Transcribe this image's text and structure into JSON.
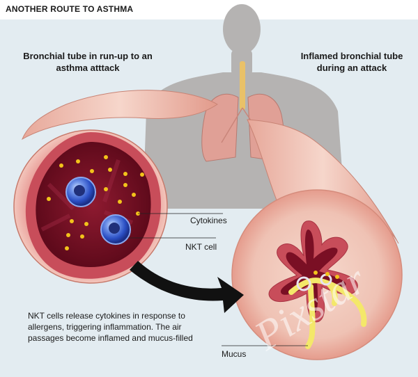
{
  "header": {
    "title": "ANOTHER ROUTE TO ASTHMA"
  },
  "left_panel": {
    "heading": "Bronchial tube in run-up to an asthma atttack",
    "label_cytokines": "Cytokines",
    "label_nkt_cell": "NKT cell"
  },
  "right_panel": {
    "heading": "Inflamed bronchial tube during an attack",
    "label_mucus": "Mucus"
  },
  "caption": "NKT cells release cytokines in response to allergens, triggering inflammation. The air passages become inflamed and mucus-filled",
  "watermark": "Pixstar",
  "colors": {
    "background_panel": "#e3ecf1",
    "tissue_outer": "#e9b0a2",
    "tissue_inner": "#c84d5a",
    "lumen": "#7a0f24",
    "cytokine": "#f2c31b",
    "nkt_cell": "#2b4fc4",
    "mucus": "#f4e86a",
    "silhouette": "#b5b3b2",
    "lungs": "#e0a096",
    "trachea": "#e9c168",
    "arrow": "#111111"
  }
}
